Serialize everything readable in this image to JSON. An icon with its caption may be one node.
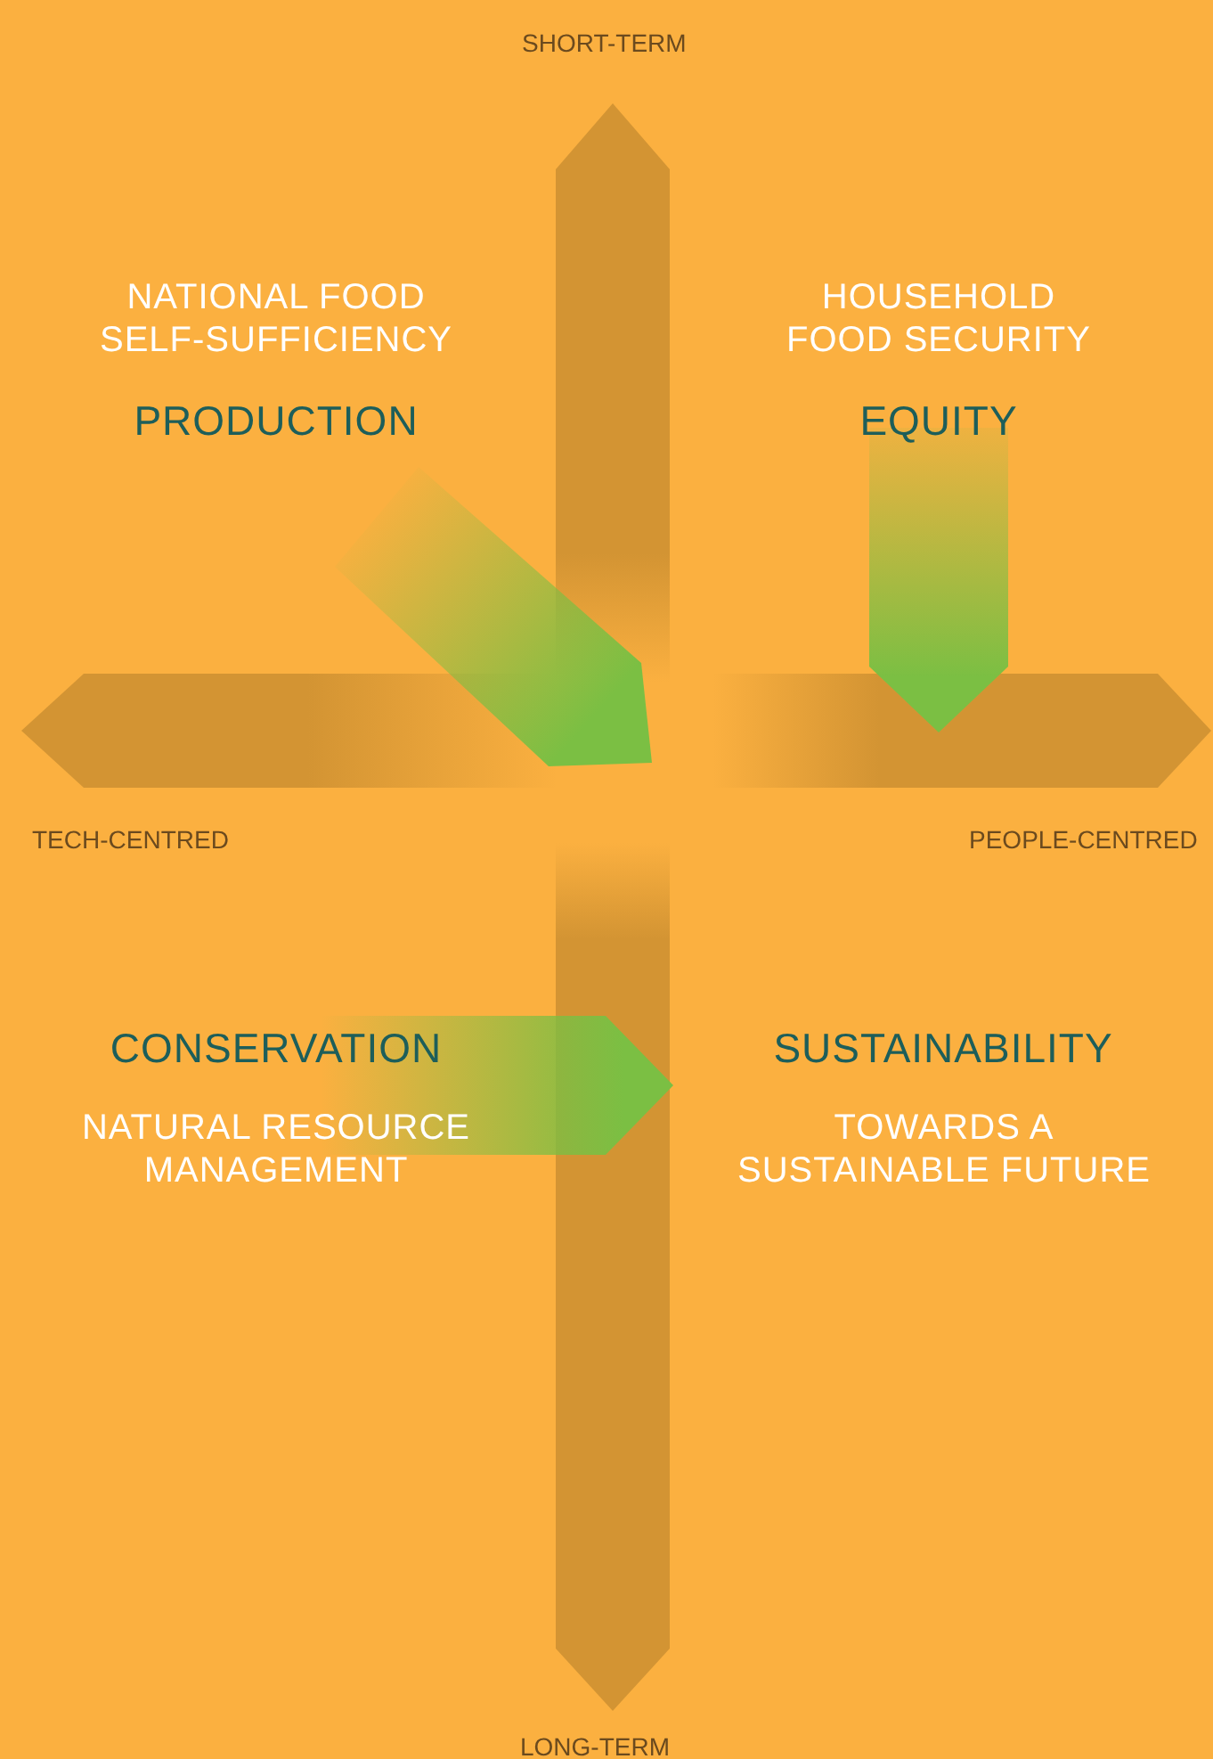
{
  "diagram": {
    "labels": [
      "SHORT-TERM",
      "NATIONAL FOOD SELF-SUFFICIENCY",
      "HOUSEHOLD FOOD SECURITY",
      "PRODUCTION",
      "EQUITY",
      "TECH-CENTRED",
      "PEOPLE-CENTRED",
      "CONSERVATION",
      "SUSTAINABILITY",
      "NATURAL RESOURCE MANAGEMENT",
      "TOWARDS A SUSTAINABLE FUTURE",
      "LONG-TERM"
    ]
  }
}
